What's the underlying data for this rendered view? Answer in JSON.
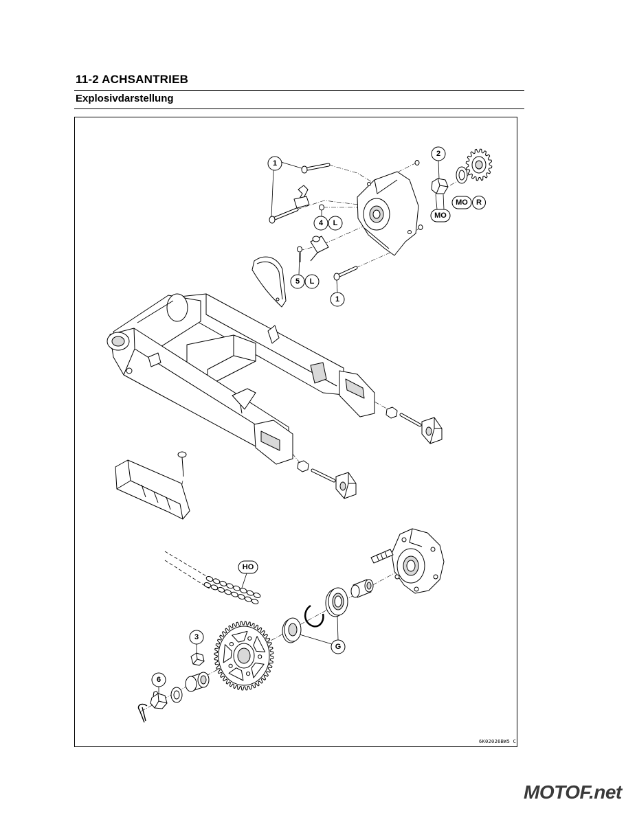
{
  "header": {
    "section_title": "11-2 ACHSANTRIEB",
    "subtitle": "Explosivdarstellung"
  },
  "diagram": {
    "callouts": {
      "c1_upper": "1",
      "c2": "2",
      "mo_sprocket": "MO",
      "r_sprocket": "R",
      "mo_nut": "MO",
      "c4": "4",
      "l4": "L",
      "c5": "5",
      "l5": "L",
      "c1_lower": "1",
      "ho": "HO",
      "c3": "3",
      "g": "G",
      "c6": "6"
    },
    "figure_code": "6K02026BW5 C"
  },
  "watermark": {
    "logo_text": "MOTOF.net",
    "color": "#3a3a3a"
  }
}
